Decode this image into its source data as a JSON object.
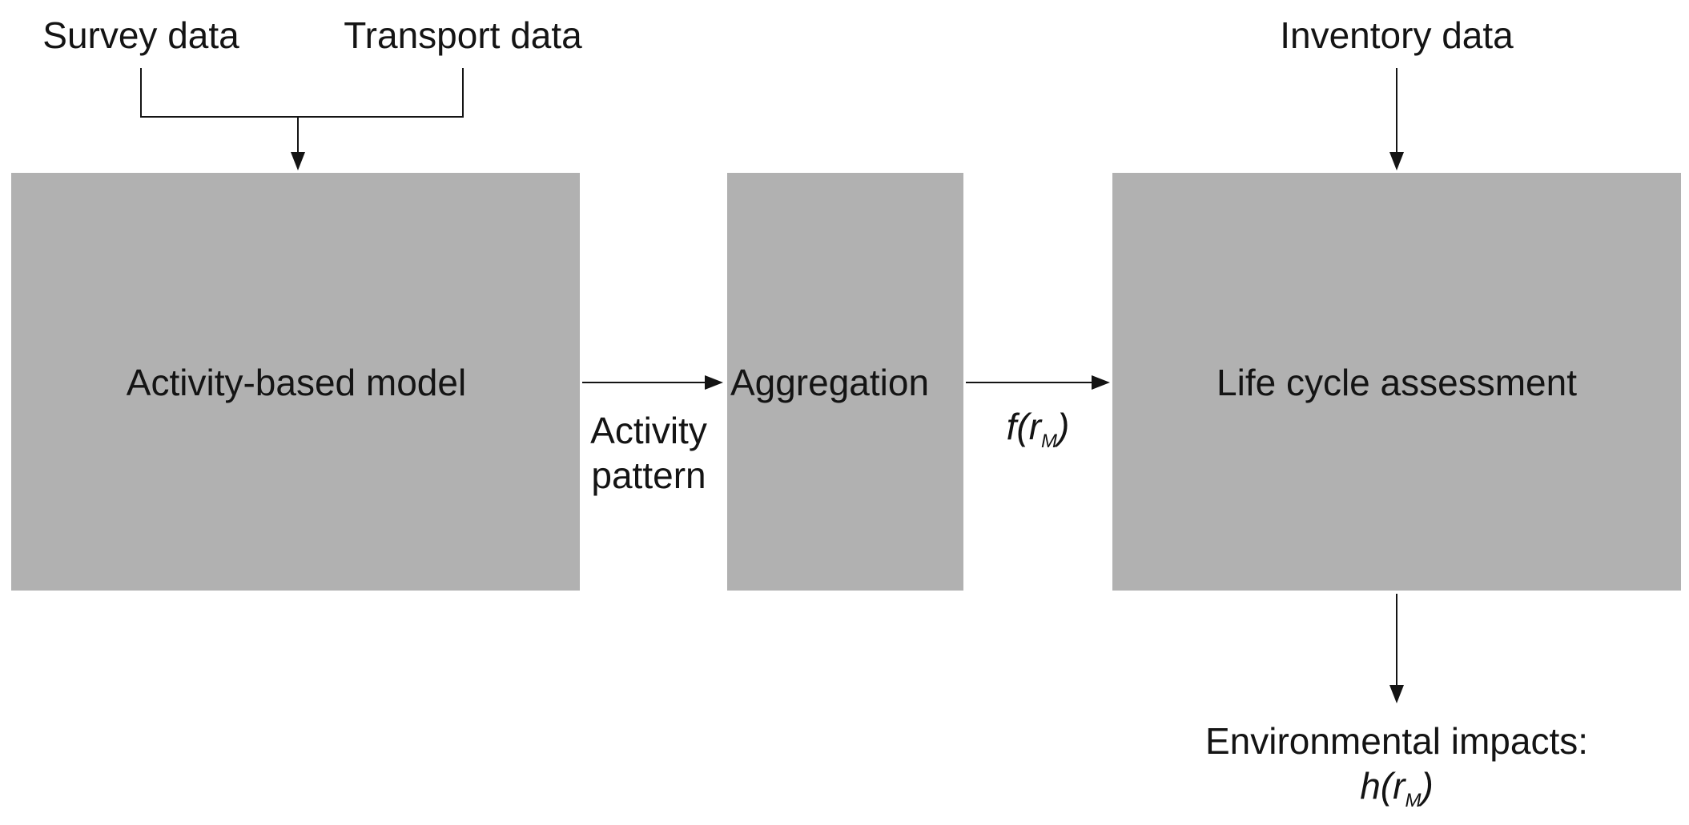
{
  "inputs": {
    "survey_data": "Survey data",
    "transport_data": "Transport data",
    "inventory_data": "Inventory data"
  },
  "boxes": {
    "activity_based_model": "Activity-based model",
    "aggregation": "Aggregation",
    "life_cycle_assessment": "Life cycle assessment"
  },
  "edge_labels": {
    "activity_pattern_line1": "Activity",
    "activity_pattern_line2": "pattern",
    "f_prefix": "f(r",
    "f_subscript": "M",
    "f_suffix": ")"
  },
  "output": {
    "line1": "Environmental impacts:",
    "h_prefix": "h(r",
    "h_subscript": "M",
    "h_suffix": ")"
  },
  "colors": {
    "box_fill": "#b1b1b1",
    "line": "#141414",
    "background": "#ffffff"
  }
}
